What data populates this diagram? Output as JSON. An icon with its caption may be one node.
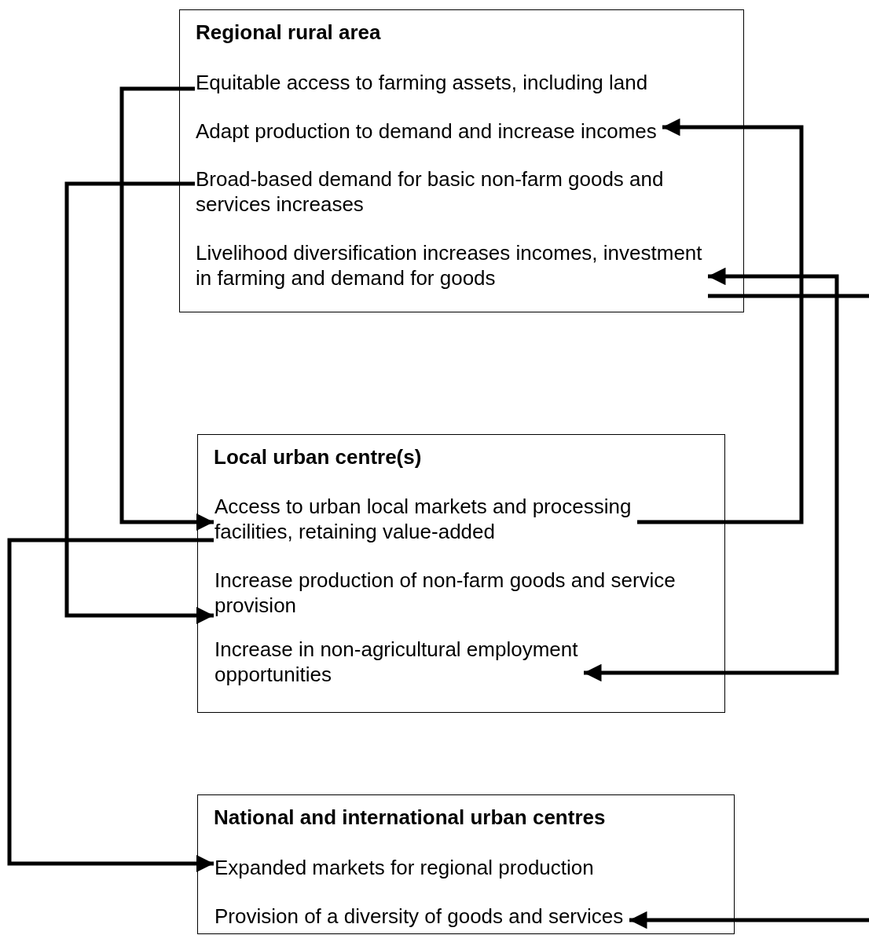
{
  "diagram": {
    "nodes": [
      {
        "text": [
          "Regional rural area"
        ]
      },
      {
        "text": [
          "Equitable access to farming assets, including land"
        ],
        "in": 0
      },
      {
        "text": [
          "Adapt production to demand and increase incomes"
        ],
        "in": 0
      },
      {
        "text": [
          "Broad-based demand for basic non-farm goods and services increases"
        ],
        "in": 0
      },
      {
        "text": [
          "Livelihood diversification increases incomes, investment in farming and demand for goods"
        ],
        "in": 0
      },
      {
        "text": [
          "Local urban centre(s)"
        ]
      },
      {
        "text": [
          "Access to urban local markets and processing facilities, retaining value-added"
        ],
        "in": 5
      },
      {
        "text": [
          "Increase production of non-farm goods and service provision"
        ],
        "in": 5
      },
      {
        "text": [
          "Increase in non-agricultural employment opportunities"
        ],
        "in": 5
      },
      {
        "text": [
          "National and international urban centres"
        ]
      },
      {
        "text": [
          "Expanded markets for regional production"
        ],
        "in": 9
      },
      {
        "text": [
          "Provision of a diversity of goods and services"
        ],
        "in": 9
      }
    ],
    "edges": [
      {
        "from": 1,
        "to": 6,
        "arrow": "to"
      },
      {
        "from": 3,
        "to": 7,
        "arrow": "to"
      },
      {
        "from": 6,
        "to": 2,
        "arrow": "to"
      },
      {
        "from": 6,
        "to": 10,
        "arrow": "to"
      },
      {
        "from": 4,
        "to": 8,
        "arrow": "both"
      },
      {
        "from": 4,
        "to": null,
        "arrow": "none"
      },
      {
        "from": null,
        "to": 11,
        "arrow": "to"
      }
    ]
  }
}
